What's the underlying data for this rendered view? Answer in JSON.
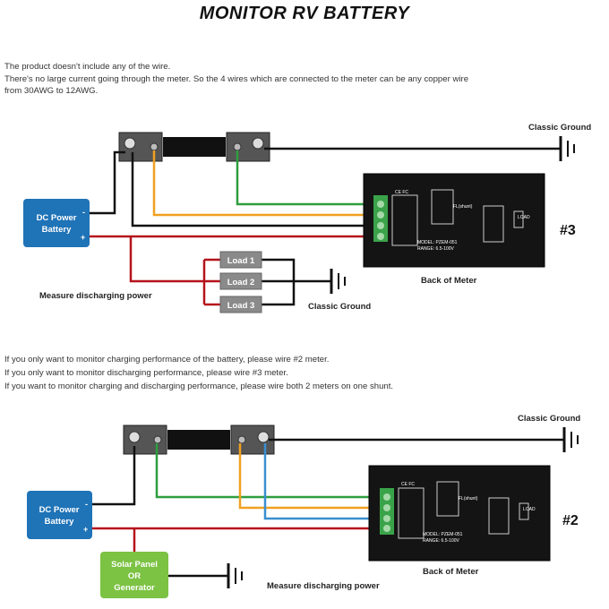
{
  "title": "MONITOR RV BATTERY",
  "notes_top": [
    "The product doesn't include any of the wire.",
    "There's no large current going through the meter. So the 4 wires which are connected to the meter can be any copper wire",
    "from 30AWG to 12AWG."
  ],
  "notes_middle": [
    "If you only want to monitor charging performance of the battery, please wire #2 meter.",
    "If you only want to monitor discharging performance, please wire #3 meter.",
    "If you want to monitor charging and discharging performance, please wire both 2 meters on one shunt."
  ],
  "diagram1": {
    "battery_line1": "DC Power",
    "battery_line2": "Battery",
    "minus": "-",
    "plus": "+",
    "loads": [
      "Load 1",
      "Load 2",
      "Load 3"
    ],
    "ground_top": "Classic Ground",
    "ground_load": "Classic Ground",
    "measure": "Measure discharging power",
    "back_of_meter": "Back of Meter",
    "meter_id": "#3"
  },
  "diagram2": {
    "battery_line1": "DC Power",
    "battery_line2": "Battery",
    "minus": "-",
    "plus": "+",
    "solar_line1": "Solar Panel",
    "solar_line2": "OR",
    "solar_line3": "Generator",
    "ground_top": "Classic Ground",
    "measure": "Measure discharging power",
    "back_of_meter": "Back of Meter",
    "meter_id": "#2"
  },
  "meter_text": {
    "fl_label": "FL(shunt)",
    "load_label": "LOAD",
    "model_label": "MODEL: PZEM-051",
    "range_label": "RANGE: 6.5-100V",
    "marks": "CE FC"
  },
  "colors": {
    "black_wire": "#111111",
    "red_wire": "#b5121b",
    "orange_wire": "#f0a020",
    "green_wire": "#2e9e3e",
    "blue_wire": "#3a8fd0",
    "battery_box": "#1f73b7",
    "load_box": "#8a8a8a",
    "solar_box": "#7cc243"
  }
}
